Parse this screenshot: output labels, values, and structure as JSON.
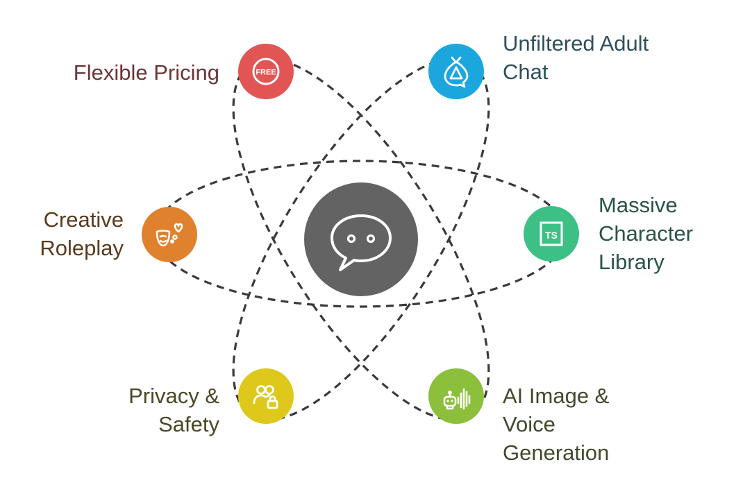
{
  "diagram": {
    "hub": {
      "icon": "chat-bubble-icon",
      "color": "#636363"
    },
    "nodes": [
      {
        "id": "flexible-pricing",
        "label": "Flexible Pricing",
        "color": "#E25555",
        "text_color": "#6B3535",
        "icon": "free-badge-icon"
      },
      {
        "id": "unfiltered-adult-chat",
        "label": "Unfiltered Adult\nChat",
        "color": "#1BA6DE",
        "text_color": "#2F4F5B",
        "icon": "onion-chat-icon"
      },
      {
        "id": "creative-roleplay",
        "label": "Creative\nRoleplay",
        "color": "#E0812D",
        "text_color": "#5A3A1E",
        "icon": "theater-mask-heart-icon"
      },
      {
        "id": "massive-character-library",
        "label": "Massive\nCharacter\nLibrary",
        "color": "#3DC085",
        "text_color": "#285446",
        "icon": "typescript-file-icon"
      },
      {
        "id": "privacy-safety",
        "label": "Privacy &\nSafety",
        "color": "#DEC81C",
        "text_color": "#4C4726",
        "icon": "users-lock-icon"
      },
      {
        "id": "ai-image-voice-generation",
        "label": "AI Image &\nVoice\nGeneration",
        "color": "#8CC03C",
        "text_color": "#3F4A2B",
        "icon": "robot-voice-wave-icon"
      }
    ],
    "orbit_style": "dashed",
    "orbit_color": "#3A3A3A"
  }
}
